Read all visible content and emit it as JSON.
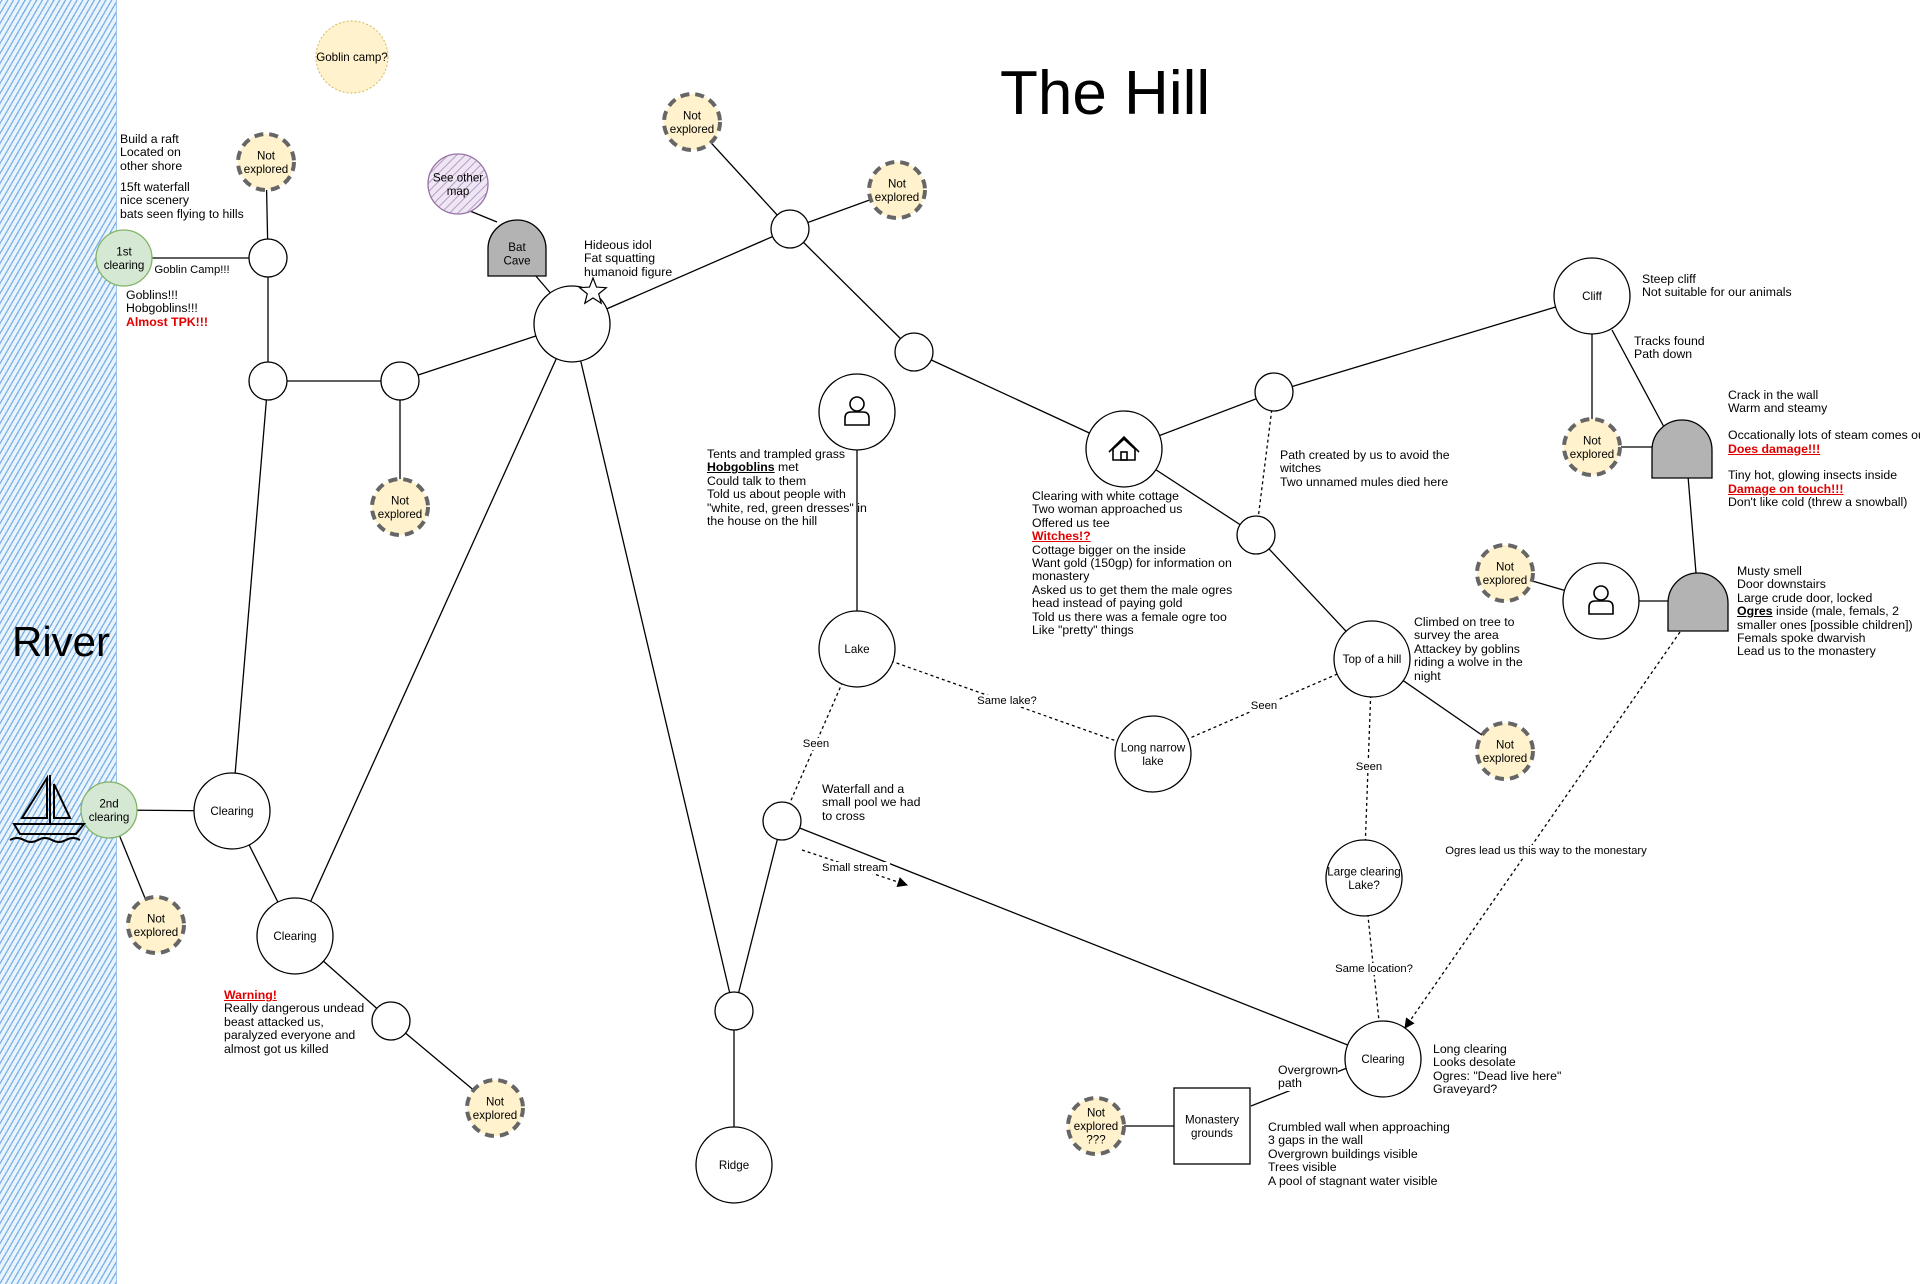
{
  "title": "The Hill",
  "river_label": "River",
  "colors": {
    "river_hatch": "#7fb3e8",
    "unexplored_fill": "#fff2cc",
    "unexplored_stroke": "#666666",
    "clearing_green_fill": "#d5e8d4",
    "clearing_green_stroke": "#82b366",
    "goblin_camp_fill": "#fff2cc",
    "goblin_camp_stroke": "#d6b656",
    "see_other_map_fill": "#e1d5e7",
    "see_other_map_stroke": "#9673a6",
    "cave_fill": "#b3b3b3",
    "warning_red": "#e00000"
  },
  "nodes": {
    "goblin_camp": {
      "label": [
        "Goblin camp?"
      ]
    },
    "ne_1": {
      "label": [
        "Not",
        "explored"
      ]
    },
    "ne_2": {
      "label": [
        "Not",
        "explored"
      ]
    },
    "ne_3": {
      "label": [
        "Not",
        "explored"
      ]
    },
    "ne_4": {
      "label": [
        "Not",
        "explored"
      ]
    },
    "ne_5": {
      "label": [
        "Not",
        "explored"
      ]
    },
    "ne_6": {
      "label": [
        "Not",
        "explored"
      ]
    },
    "ne_7": {
      "label": [
        "Not",
        "explored"
      ]
    },
    "ne_8": {
      "label": [
        "Not",
        "explored"
      ]
    },
    "ne_9": {
      "label": [
        "Not",
        "explored"
      ]
    },
    "ne_10": {
      "label": [
        "Not",
        "explored",
        "???"
      ]
    },
    "first_clearing": {
      "label": [
        "1st",
        "clearing"
      ]
    },
    "second_clearing": {
      "label": [
        "2nd",
        "clearing"
      ]
    },
    "see_other_map": {
      "label": [
        "See other",
        "map"
      ]
    },
    "bat_cave": {
      "label": [
        "Bat",
        "Cave"
      ]
    },
    "cliff": {
      "label": [
        "Cliff"
      ]
    },
    "lake": {
      "label": [
        "Lake"
      ]
    },
    "long_narrow_lake": {
      "label": [
        "Long narrow",
        "lake"
      ]
    },
    "top_of_hill": {
      "label": [
        "Top of a hill"
      ]
    },
    "large_clearing": {
      "label": [
        "Large clearing",
        "Lake?"
      ]
    },
    "clearing_left": {
      "label": [
        "Clearing"
      ]
    },
    "clearing_mid": {
      "label": [
        "Clearing"
      ]
    },
    "clearing_bottom": {
      "label": [
        "Clearing"
      ]
    },
    "ridge": {
      "label": [
        "Ridge"
      ]
    },
    "monastery_grounds": {
      "label": [
        "Monastery",
        "grounds"
      ]
    }
  },
  "edge_labels": {
    "same_lake": "Same lake?",
    "seen_left": "Seen",
    "seen_right": "Seen",
    "seen_down": "Seen",
    "same_location": "Same location?",
    "ogres_lead": "Ogres lead us this way to the monestary",
    "small_stream": "Small stream",
    "overgrown_path": [
      "Overgrown",
      "path"
    ],
    "goblin_camp_edge": "Goblin Camp!!!"
  },
  "annotations": {
    "raft": [
      "Build a raft",
      "Located on",
      "other shore"
    ],
    "waterfall": [
      "15ft waterfall",
      "nice scenery",
      "bats seen flying to hills"
    ],
    "goblins": [
      {
        "text": "Goblins!!!",
        "style": "plain"
      },
      {
        "text": "Hobgoblins!!!",
        "style": "plain"
      },
      {
        "text": "Almost TPK!!!",
        "style": "red"
      }
    ],
    "idol": [
      "Hideous idol",
      "Fat squatting",
      "humanoid figure"
    ],
    "tents": [
      {
        "text": "Tents and trampled grass",
        "style": "plain"
      },
      {
        "parts": [
          {
            "text": "Hobgoblins",
            "style": "bu"
          },
          {
            "text": " met",
            "style": "plain"
          }
        ]
      },
      {
        "text": "Could talk to them",
        "style": "plain"
      },
      {
        "text": "Told us about people with",
        "style": "plain"
      },
      {
        "text": "\"white, red, green dresses\" in",
        "style": "plain"
      },
      {
        "text": "the house on the hill",
        "style": "plain"
      }
    ],
    "cottage": [
      {
        "text": "Clearing with white cottage",
        "style": "plain"
      },
      {
        "text": "Two woman approached us",
        "style": "plain"
      },
      {
        "text": "Offered us tee",
        "style": "plain"
      },
      {
        "text": "Witches!?",
        "style": "redu"
      },
      {
        "text": "Cottage bigger on the inside",
        "style": "plain"
      },
      {
        "text": "Want gold (150gp) for information on",
        "style": "plain"
      },
      {
        "text": "monastery",
        "style": "plain"
      },
      {
        "text": "Asked us to get them the male ogres",
        "style": "plain"
      },
      {
        "text": "head instead of paying gold",
        "style": "plain"
      },
      {
        "text": "Told us there was a female ogre too",
        "style": "plain"
      },
      {
        "text": "Like \"pretty\" things",
        "style": "plain"
      }
    ],
    "path_created": [
      "Path created by us to avoid the",
      "witches",
      "Two unnamed mules died here"
    ],
    "steep_cliff": [
      "Steep cliff",
      "Not suitable for our animals"
    ],
    "tracks": [
      "Tracks found",
      "Path down"
    ],
    "crack": [
      {
        "text": "Crack in the wall",
        "style": "plain"
      },
      {
        "text": "Warm and steamy",
        "style": "plain"
      },
      {
        "text": "",
        "style": "plain"
      },
      {
        "text": "Occationally lots of steam comes out",
        "style": "plain"
      },
      {
        "text": "Does damage!!!",
        "style": "redu"
      },
      {
        "text": "",
        "style": "plain"
      },
      {
        "text": "Tiny hot, glowing insects inside",
        "style": "plain"
      },
      {
        "text": "Damage on touch!!!",
        "style": "redu"
      },
      {
        "text": "Don't like cold (threw a snowball)",
        "style": "plain"
      }
    ],
    "musty": [
      {
        "text": "Musty smell",
        "style": "plain"
      },
      {
        "text": "Door downstairs",
        "style": "plain"
      },
      {
        "text": "Large crude door, locked",
        "style": "plain"
      },
      {
        "parts": [
          {
            "text": "Ogres",
            "style": "bu"
          },
          {
            "text": " inside (male, femals, 2",
            "style": "plain"
          }
        ]
      },
      {
        "text": "smaller ones [possible children])",
        "style": "plain"
      },
      {
        "text": "Femals spoke dwarvish",
        "style": "plain"
      },
      {
        "text": "Lead us to the monastery",
        "style": "plain"
      }
    ],
    "climbed": [
      "Climbed on tree to",
      "survey the area",
      "Attackey by goblins",
      "riding a wolve in the",
      "night"
    ],
    "waterfall_pool": [
      "Waterfall and a",
      "small pool we had",
      "to cross"
    ],
    "warning": [
      {
        "text": "Warning!",
        "style": "redu"
      },
      {
        "text": "Really dangerous undead",
        "style": "plain"
      },
      {
        "text": "beast attacked us,",
        "style": "plain"
      },
      {
        "text": "paralyzed everyone and",
        "style": "plain"
      },
      {
        "text": "almost got us killed",
        "style": "plain"
      }
    ],
    "long_clearing": [
      "Long clearing",
      "Looks desolate",
      "Ogres: \"Dead live here\"",
      "Graveyard?"
    ],
    "crumbled": [
      "Crumbled wall when approaching",
      "3 gaps in the wall",
      "Overgrown buildings visible",
      "Trees visible",
      "A pool of stagnant water visible"
    ]
  },
  "icons": {
    "person_1": "person-icon",
    "person_2": "person-icon",
    "house": "house-icon",
    "boat": "sailboat-icon",
    "idol_star": "star-icon"
  }
}
